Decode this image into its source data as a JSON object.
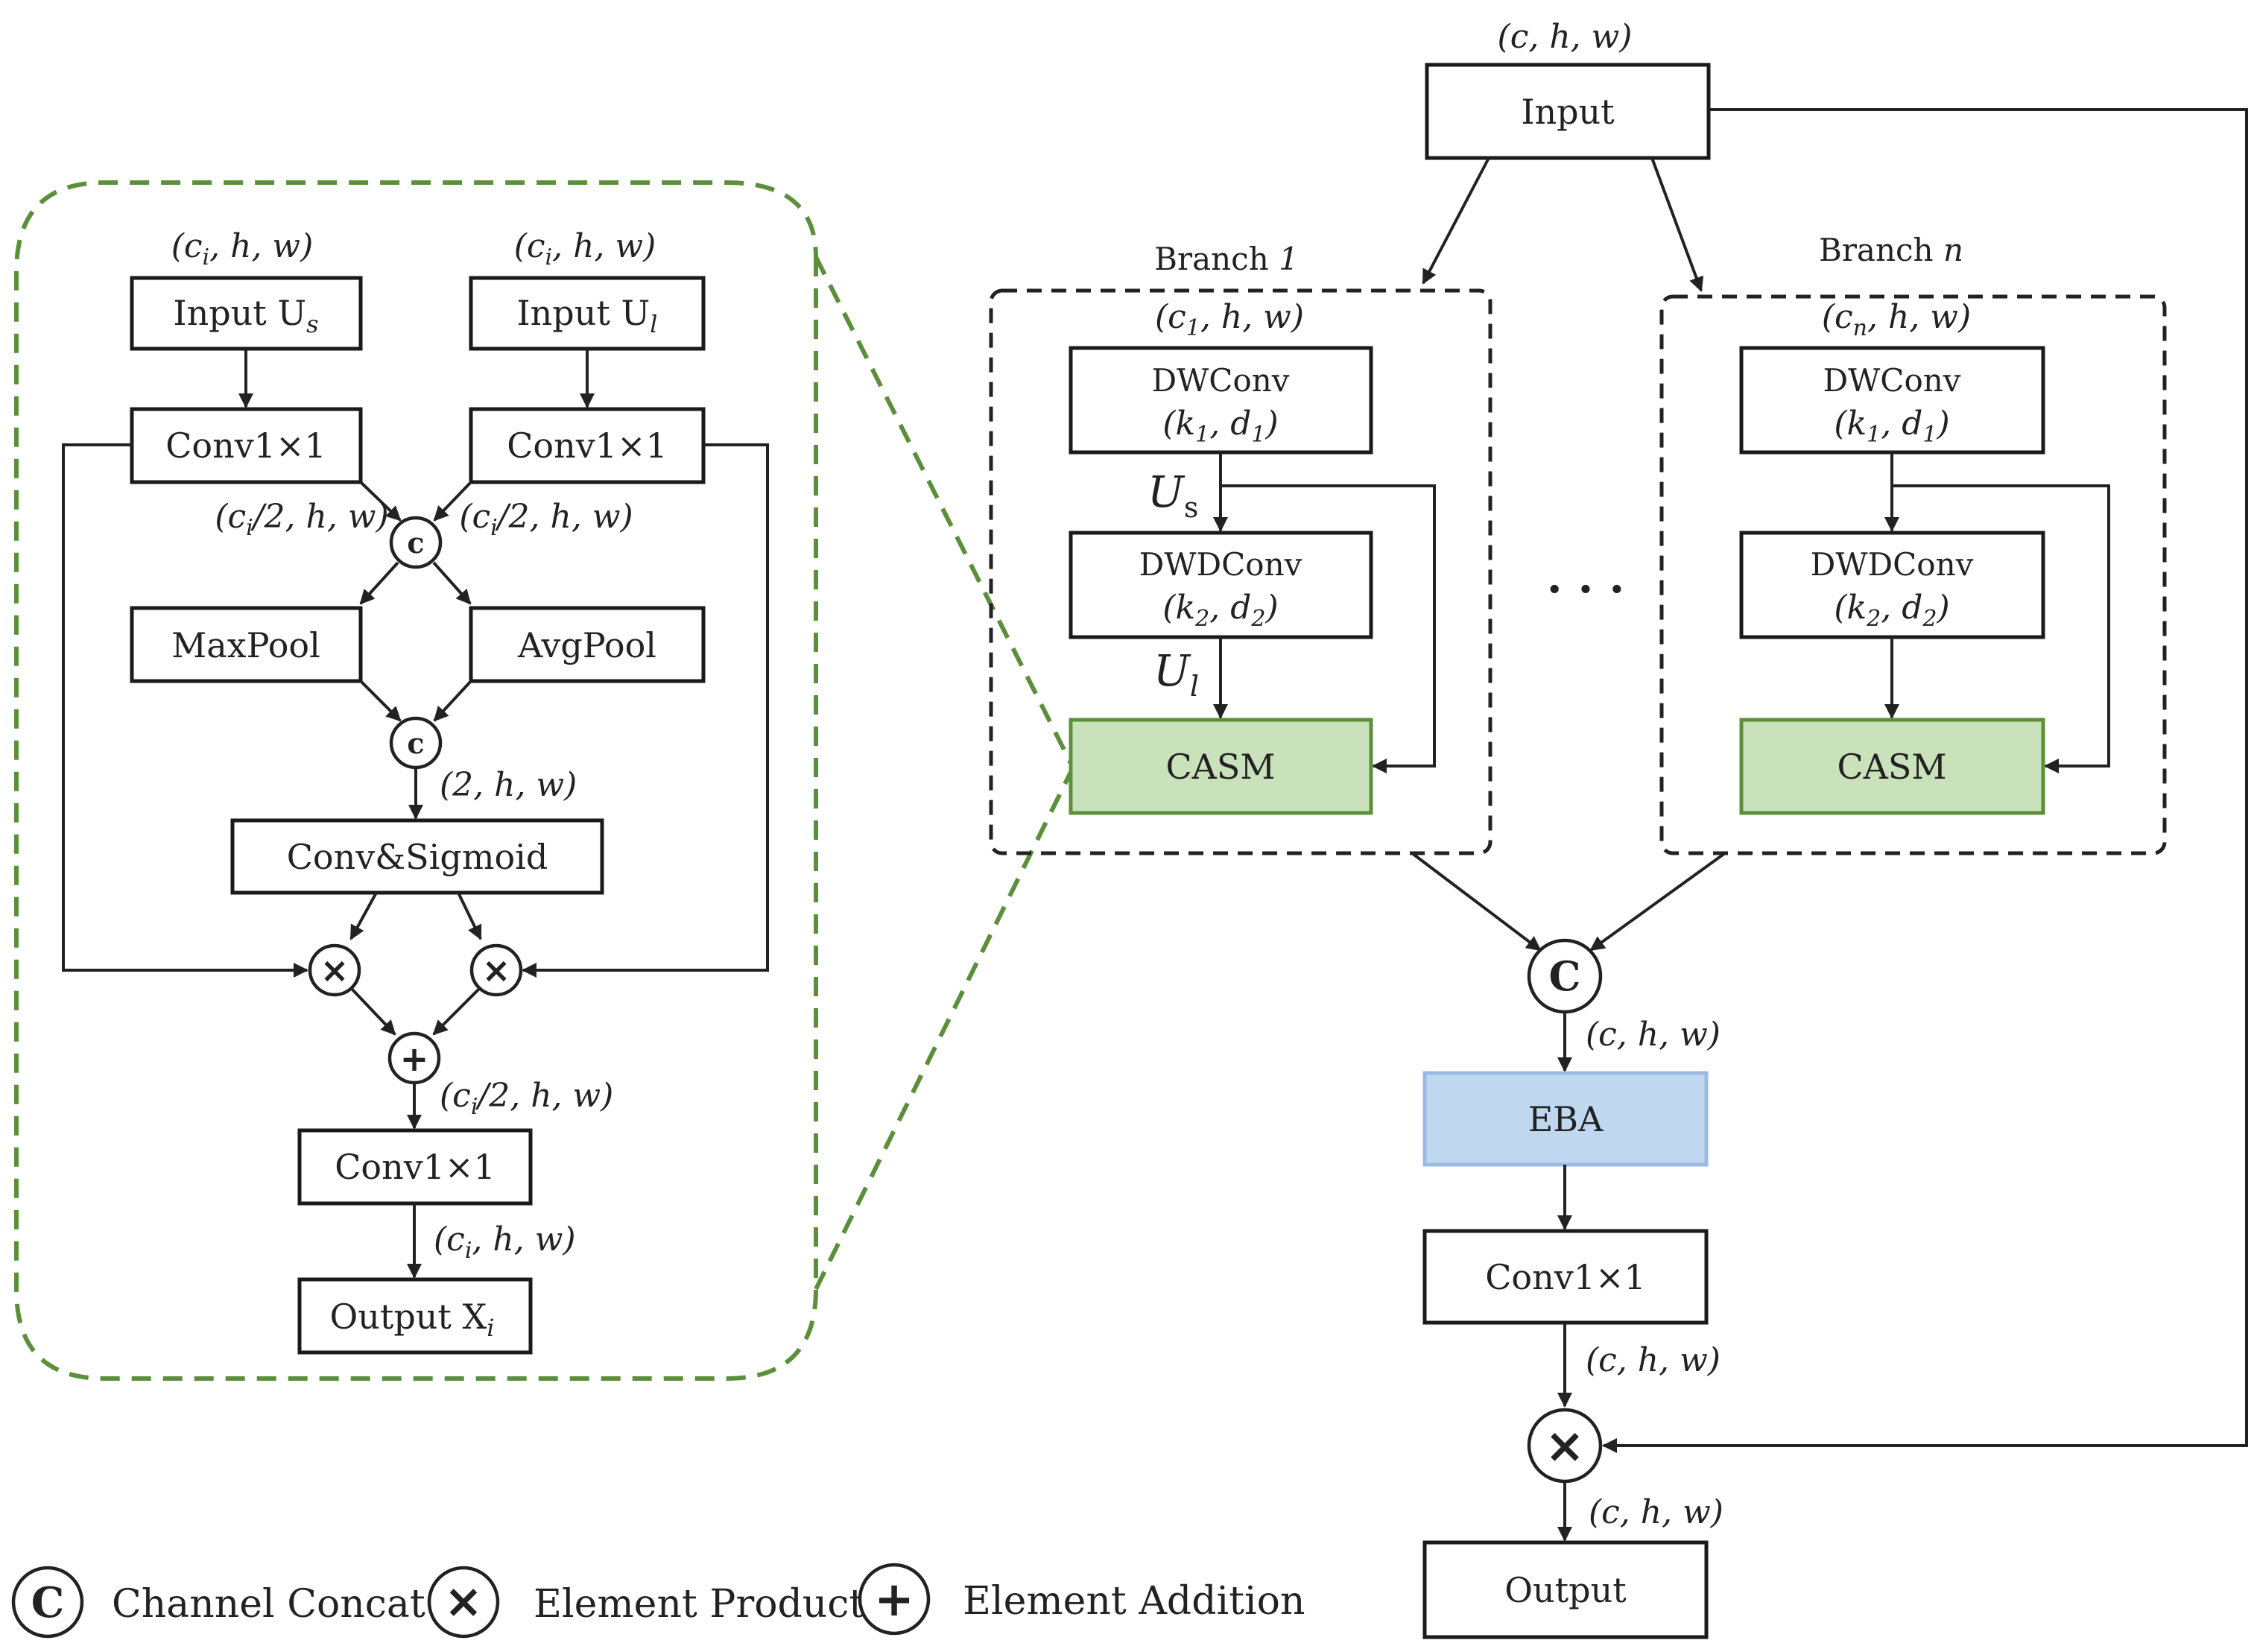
{
  "casm_detail": {
    "input_us_label": "Input U",
    "input_us_sub": "s",
    "input_ul_label": "Input U",
    "input_ul_sub": "l",
    "input_dim": "(c",
    "input_dim_sub": "i",
    "input_dim_rest": ", h, w)",
    "conv_left_label": "Conv1×1",
    "conv_right_label": "Conv1×1",
    "half_dim_prefix": "(c",
    "half_dim_sub": "i",
    "half_dim_rest": "/2, h, w)",
    "maxpool_label": "MaxPool",
    "avgpool_label": "AvgPool",
    "two_dim": "(2, h, w)",
    "conv_sigmoid_label": "Conv&Sigmoid",
    "add_dim_prefix": "(c",
    "add_dim_sub": "i",
    "add_dim_rest": "/2, h, w)",
    "conv_out_label": "Conv1×1",
    "out_dim_prefix": "(c",
    "out_dim_sub": "i",
    "out_dim_rest": ", h, w)",
    "output_label": "Output X",
    "output_sub": "i"
  },
  "main": {
    "input_dim": "(c, h, w)",
    "input_label": "Input",
    "branch1_title": "Branch ",
    "branch1_num": "1",
    "branchn_title": "Branch ",
    "branchn_num": "n",
    "branch1_dim_prefix": "(c",
    "branch1_dim_sub": "1",
    "branch1_dim_rest": ", h, w)",
    "branchn_dim_prefix": "(c",
    "branchn_dim_sub": "n",
    "branchn_dim_rest": ", h, w)",
    "dwconv_label": "DWConv",
    "dwconv_params": "(k",
    "dwconv_k_sub": "1",
    "dwconv_d": ", d",
    "dwconv_d_sub": "1",
    "dwdconv_label": "DWDConv",
    "dwdconv_params": "(k",
    "dwdconv_k_sub": "2",
    "dwdconv_d": ", d",
    "dwdconv_d_sub": "2",
    "us_label": "U",
    "us_sub": "s",
    "ul_label": "U",
    "ul_sub": "l",
    "casm_label": "CASM",
    "ellipsis": ". . .",
    "concat_dim": "(c, h, w)",
    "eba_label": "EBA",
    "conv_label": "Conv1×1",
    "conv_dim": "(c, h, w)",
    "product_dim": "(c, h, w)",
    "output_label": "Output"
  },
  "legend": {
    "concat_label": "Channel Concat",
    "product_label": "Element Product",
    "addition_label": "Element Addition"
  },
  "symbols": {
    "concat": "C",
    "concat_small": "c",
    "product": "×",
    "addition": "+"
  },
  "colors": {
    "casm_fill": "#c9e2bb",
    "casm_border": "#5b8f3a",
    "eba_fill": "#bfd8ef",
    "eba_border": "#9cbbe3",
    "detail_outline": "#5b8f3a"
  }
}
